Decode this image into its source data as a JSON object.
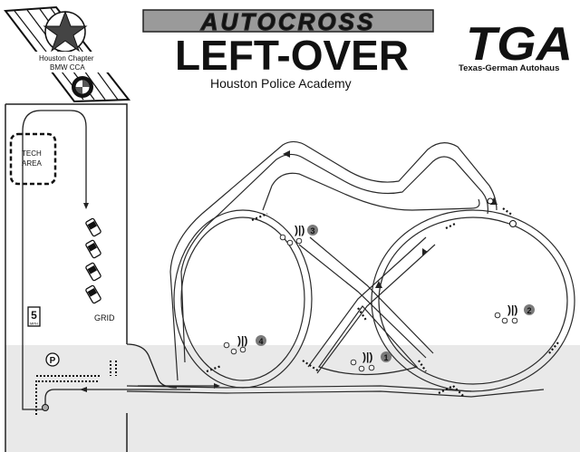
{
  "header": {
    "title_top": "AUTOCROSS",
    "title_main": "LEFT-OVER",
    "venue": "Houston Police Academy"
  },
  "club_badge": {
    "line1": "Houston Chapter",
    "line2": "BMW CCA",
    "logo_icon": "bmw-roundel-icon",
    "star_icon": "texas-star-icon"
  },
  "sponsor": {
    "logo_text": "TGA",
    "caption": "Texas-German Autohaus"
  },
  "paddock": {
    "tech_line1": "TECH",
    "tech_line2": "AREA",
    "speed_value": "5",
    "speed_unit": "MPH",
    "grid_label": "GRID",
    "parking_label": "P"
  },
  "workers": [
    {
      "number": "1"
    },
    {
      "number": "2"
    },
    {
      "number": "3"
    },
    {
      "number": "4"
    }
  ],
  "colors": {
    "ink": "#111111",
    "course": "#2a2a2a",
    "shade": "#e9e9e9",
    "station_badge": "#7a7a7a"
  }
}
